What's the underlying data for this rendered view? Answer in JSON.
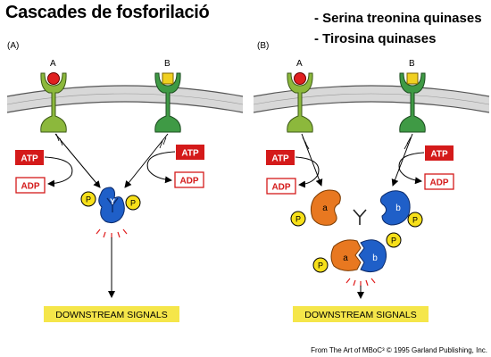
{
  "header": {
    "title": "Cascades de fosforilació",
    "bullets": [
      "- Serina treonina quinases",
      "- Tirosina quinases"
    ]
  },
  "panel_a": {
    "label": "(A)",
    "receptor_a": "A",
    "receptor_b": "B",
    "atp": "ATP",
    "adp": "ADP",
    "phosphate": "P",
    "kinase_y": "Y",
    "output": "DOWNSTREAM SIGNALS"
  },
  "panel_b": {
    "label": "(B)",
    "receptor_a": "A",
    "receptor_b": "B",
    "atp": "ATP",
    "adp": "ADP",
    "phosphate": "P",
    "kinase_y": "Y",
    "kinase_a": "a",
    "kinase_b": "b",
    "output": "DOWNSTREAM SIGNALS"
  },
  "credit": "From The Art of MBoC³ © 1995 Garland Publishing, Inc.",
  "colors": {
    "receptor_a": "#8cb83c",
    "receptor_b": "#3f9a45",
    "ligand_a": "#e02020",
    "ligand_b": "#f0d020",
    "membrane": "#d8d8d8",
    "atp_box": "#d41a1a",
    "phosphate": "#f7e01a",
    "kinase_blue": "#1f5fc8",
    "kinase_orange": "#e87820",
    "output_box": "#f5e64a"
  }
}
